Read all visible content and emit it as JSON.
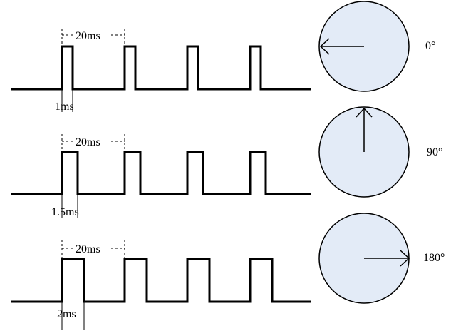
{
  "rows": [
    {
      "period_label": "20ms",
      "width_label": "1ms",
      "angle_label": "0°",
      "pulse_ms": 1.0,
      "period_ms": 20,
      "angle_deg": 0
    },
    {
      "period_label": "20ms",
      "width_label": "1.5ms",
      "angle_label": "90°",
      "pulse_ms": 1.5,
      "period_ms": 20,
      "angle_deg": 90
    },
    {
      "period_label": "20ms",
      "width_label": "2ms",
      "angle_label": "180°",
      "pulse_ms": 2.0,
      "period_ms": 20,
      "angle_deg": 180
    }
  ],
  "colors": {
    "disc_fill": "#e3ebf7",
    "stroke": "#000000"
  }
}
